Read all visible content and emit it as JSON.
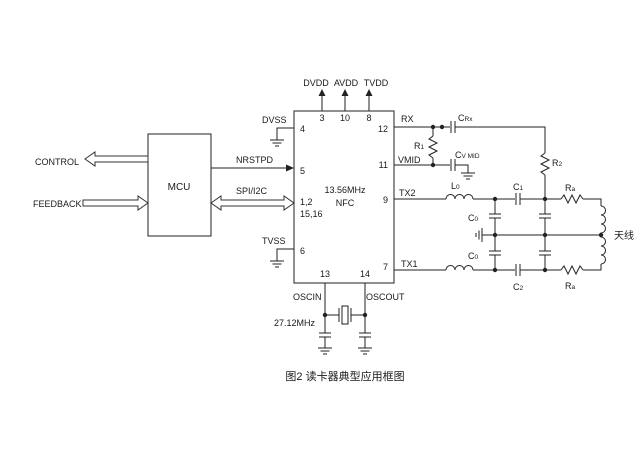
{
  "mcu": {
    "label": "MCU"
  },
  "signals": {
    "control": "CONTROL",
    "feedback": "FEEDBACK",
    "nrstpd": "NRSTPD",
    "spi_i2c": "SPI/I2C"
  },
  "nfc": {
    "line1": "13.56MHz",
    "line2": "NFC",
    "pins": {
      "p3": "3",
      "p10": "10",
      "p8": "8",
      "p4": "4",
      "p5": "5",
      "p1_2": "1,2",
      "p15_16": "15,16",
      "p6": "6",
      "p13": "13",
      "p14": "14",
      "p12": "12",
      "p11": "11",
      "p9": "9",
      "p7": "7"
    },
    "pin_names": {
      "dvss": "DVSS",
      "tvss": "TVSS",
      "rx": "RX",
      "vmid": "VMID",
      "tx2": "TX2",
      "tx1": "TX1",
      "oscin": "OSCIN",
      "oscout": "OSCOUT"
    }
  },
  "supplies": {
    "dvdd": "DVDD",
    "avdd": "AVDD",
    "tvdd": "TVDD"
  },
  "components": {
    "crx": {
      "main": "C",
      "sub": "Rx"
    },
    "r1": {
      "main": "R",
      "sub": "1"
    },
    "cvmid": {
      "main": "C",
      "sub": "V MID"
    },
    "r2": {
      "main": "R",
      "sub": "2"
    },
    "l0": {
      "main": "L",
      "sub": "0"
    },
    "c1": {
      "main": "C",
      "sub": "1"
    },
    "c2": {
      "main": "C",
      "sub": "2"
    },
    "c0_top": {
      "main": "C",
      "sub": "0"
    },
    "c0_bottom": {
      "main": "C",
      "sub": "0"
    },
    "ra_top": {
      "main": "R",
      "sub": "a"
    },
    "ra_bottom": {
      "main": "R",
      "sub": "a"
    }
  },
  "crystal": {
    "label": "27.12MHz"
  },
  "antenna": {
    "label": "天线"
  },
  "caption": "图2  读卡器典型应用框图"
}
